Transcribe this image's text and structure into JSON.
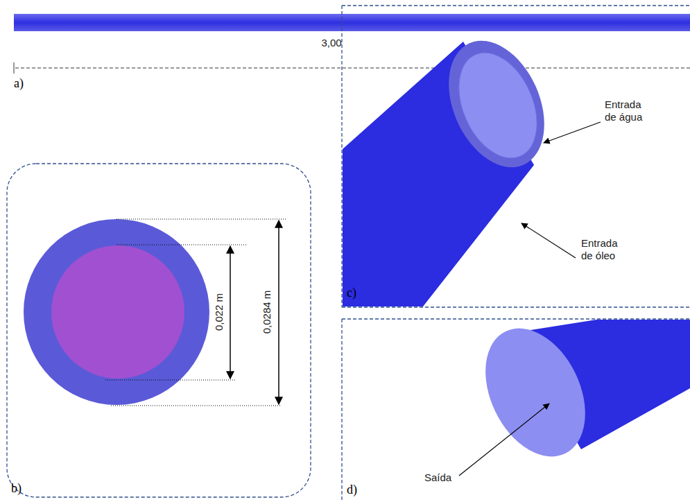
{
  "diagram": {
    "labels": [
      "3,00",
      "a)",
      "0,022 m",
      "0,0284 m",
      "b)",
      "Entrada de água",
      "Entrada de óleo",
      "c)",
      "Saída",
      "d)"
    ]
  }
}
